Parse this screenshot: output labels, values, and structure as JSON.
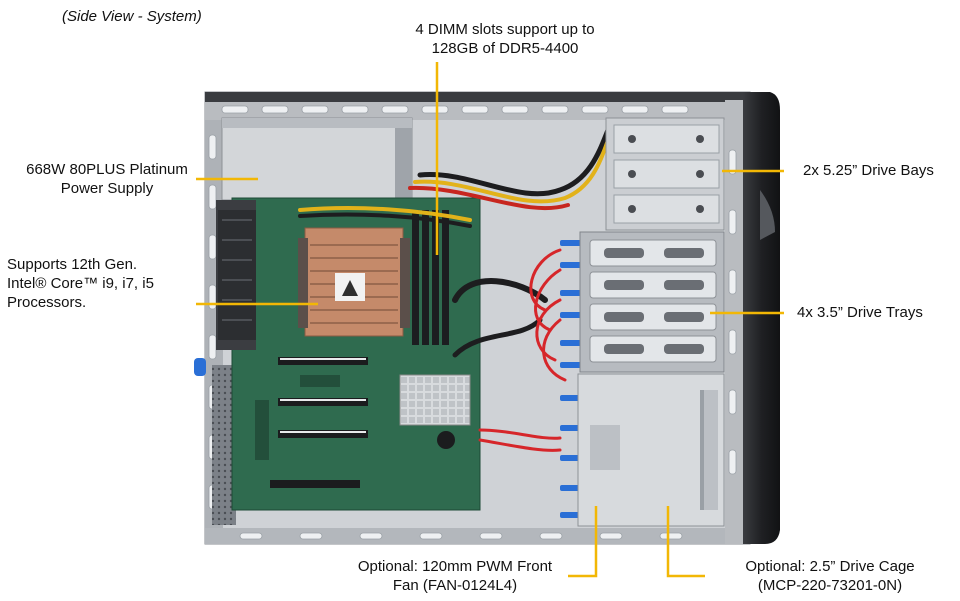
{
  "view_label": "(Side View - System)",
  "callouts": {
    "dimm": [
      "4 DIMM slots support up to",
      "128GB of DDR5-4400"
    ],
    "psu": [
      "668W 80PLUS Platinum",
      "Power Supply"
    ],
    "cpu": [
      "Supports 12th Gen.",
      "Intel® Core™ i9, i7, i5",
      "Processors."
    ],
    "bays525": "2x 5.25” Drive Bays",
    "trays35": "4x 3.5” Drive Trays",
    "fan": [
      "Optional: 120mm PWM Front",
      "Fan (FAN-0124L4)"
    ],
    "cage25": [
      "Optional: 2.5” Drive Cage",
      "(MCP-220-73201-0N)"
    ]
  },
  "colors": {
    "leader": "#f2b705",
    "chassis": "#c9ccd1",
    "chassis_dark": "#2b2d30",
    "board": "#2f6b4f",
    "cable_red": "#d6262a",
    "cable_blue": "#2a6fd6"
  }
}
